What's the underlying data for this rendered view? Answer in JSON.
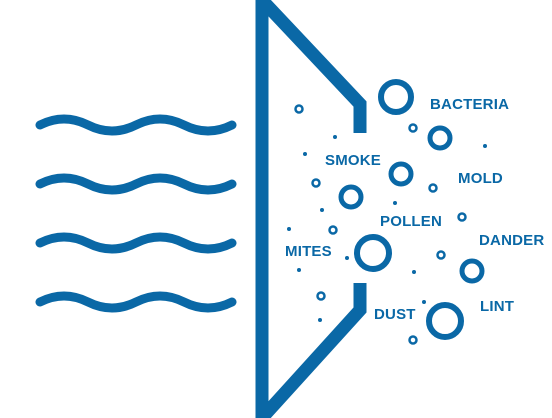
{
  "colors": {
    "primary": "#0a68a6",
    "background": "#ffffff"
  },
  "labels": {
    "bacteria": "BACTERIA",
    "smoke": "SMOKE",
    "mold": "MOLD",
    "pollen": "POLLEN",
    "dander": "DANDER",
    "mites": "MITES",
    "lint": "LINT",
    "dust": "DUST"
  }
}
